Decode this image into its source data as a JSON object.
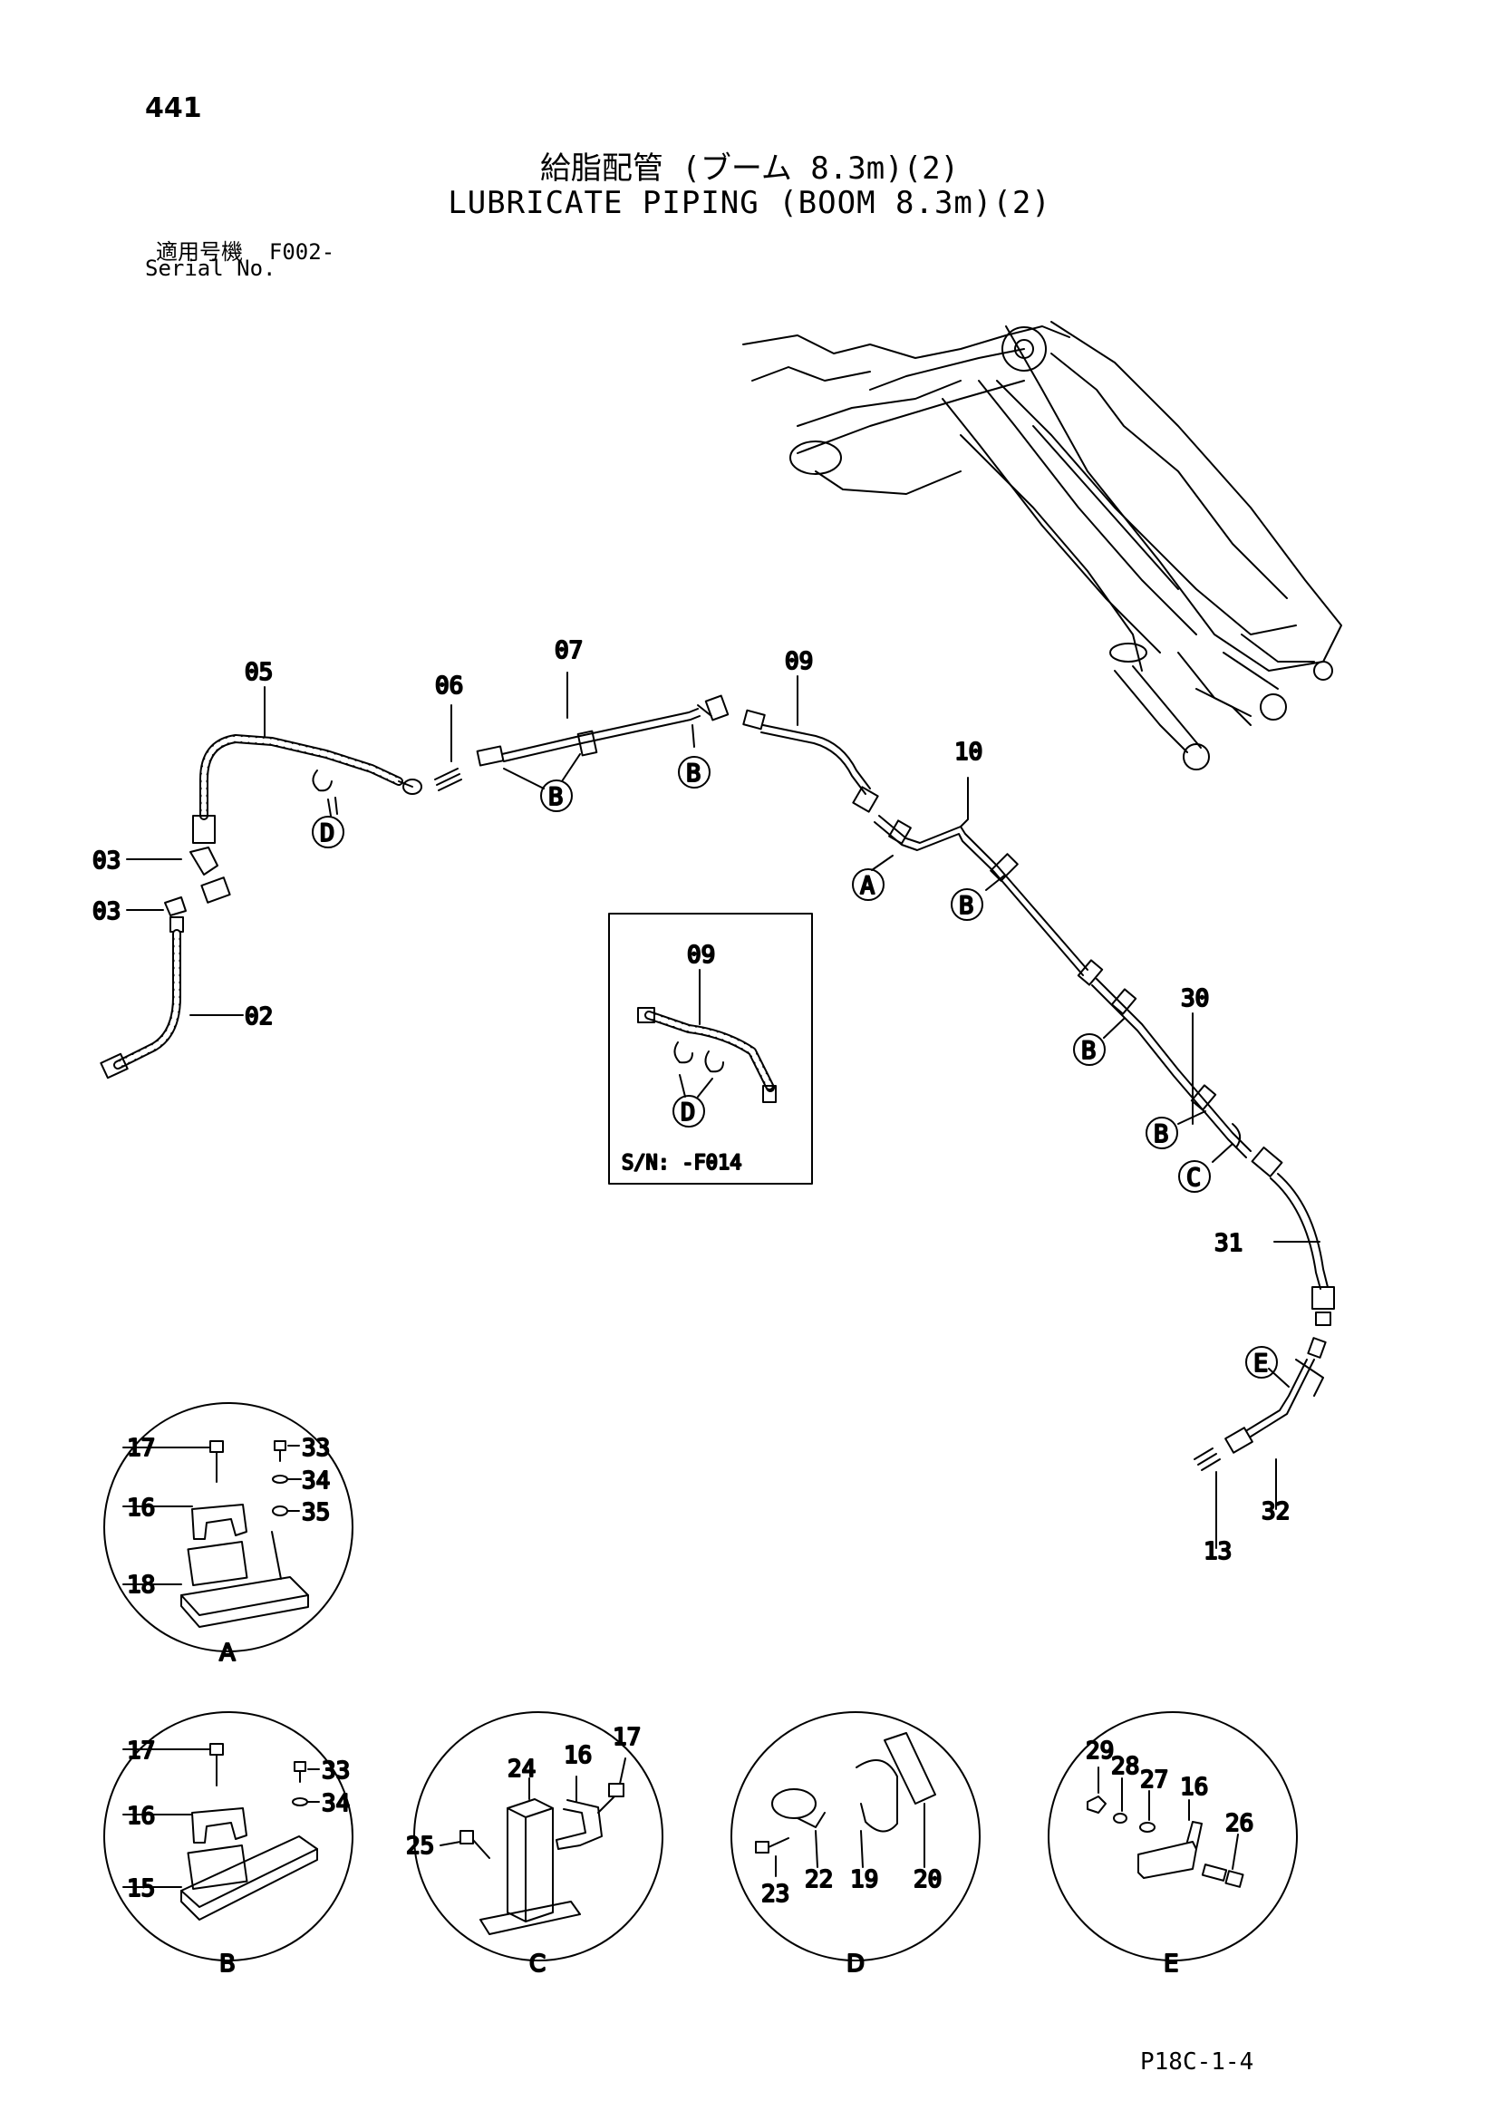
{
  "header": {
    "page_number": "441",
    "title_jp": "給脂配管 (ブーム 8.3m)(2)",
    "title_en": "LUBRICATE PIPING (BOOM 8.3m)(2)",
    "serial_label_jp": "適用号機",
    "serial_value": "F002-",
    "serial_label_en": "Serial No."
  },
  "callouts": {
    "p02": "02",
    "p03a": "03",
    "p03b": "03",
    "p05": "05",
    "p06": "06",
    "p07": "07",
    "p09": "09",
    "p10": "10",
    "p30": "30",
    "p31": "31",
    "p32": "32",
    "p13": "13"
  },
  "inset": {
    "part": "09",
    "serial_note": "S/N: -F014",
    "detail_ref": "D"
  },
  "markers": {
    "d1": "D",
    "b1": "B",
    "b2": "B",
    "a1": "A",
    "b3": "B",
    "b4": "B",
    "b5": "B",
    "c1": "C",
    "e1": "E"
  },
  "details": {
    "A": {
      "label": "A",
      "parts": [
        "17",
        "33",
        "34",
        "16",
        "35",
        "18"
      ]
    },
    "B": {
      "label": "B",
      "parts": [
        "17",
        "33",
        "34",
        "16",
        "15"
      ]
    },
    "C": {
      "label": "C",
      "parts": [
        "24",
        "16",
        "17",
        "25"
      ]
    },
    "D": {
      "label": "D",
      "parts": [
        "22",
        "23",
        "19",
        "20"
      ]
    },
    "E": {
      "label": "E",
      "parts": [
        "29",
        "28",
        "27",
        "16",
        "26"
      ]
    }
  },
  "footer": {
    "code": "P18C-1-4"
  }
}
